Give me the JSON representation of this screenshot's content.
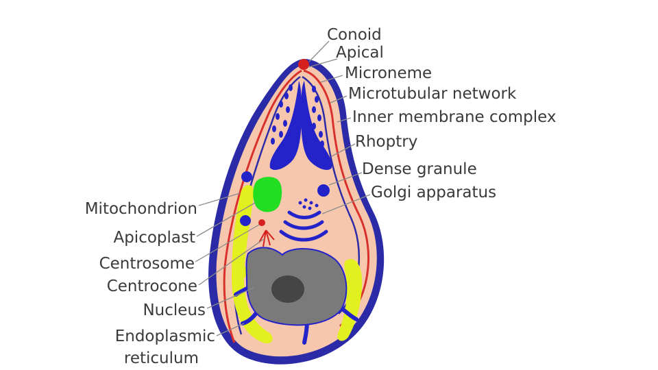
{
  "diagram": {
    "colors": {
      "background": "#ffffff",
      "cytoplasm": "#f7c7ad",
      "pellicle": "#2b2ba8",
      "plasma_membrane": "#d9302c",
      "organelle_blue": "#2323c9",
      "apicoplast_green": "#22dd22",
      "mitochondrion_yellow": "#e3f01f",
      "nucleus": "#7a7a7a",
      "nucleolus": "#454545",
      "conoid": "#d61f1f",
      "label_text": "#3a3a3a"
    },
    "labels_right": [
      {
        "id": "conoid",
        "text": "Conoid"
      },
      {
        "id": "apical",
        "text": "Apical"
      },
      {
        "id": "microneme",
        "text": "Microneme"
      },
      {
        "id": "microtubular-network",
        "text": "Microtubular network"
      },
      {
        "id": "inner-membrane-complex",
        "text": "Inner membrane complex"
      },
      {
        "id": "rhoptry",
        "text": "Rhoptry"
      },
      {
        "id": "dense-granule",
        "text": "Dense granule"
      },
      {
        "id": "golgi-apparatus",
        "text": "Golgi apparatus"
      }
    ],
    "labels_left": [
      {
        "id": "mitochondrion",
        "text": "Mitochondrion"
      },
      {
        "id": "apicoplast",
        "text": "Apicoplast"
      },
      {
        "id": "centrosome",
        "text": "Centrosome"
      },
      {
        "id": "centrocone",
        "text": "Centrocone"
      },
      {
        "id": "nucleus",
        "text": "Nucleus"
      },
      {
        "id": "endoplasmic-1",
        "text": "Endoplasmic"
      },
      {
        "id": "endoplasmic-2",
        "text": "reticulum"
      }
    ]
  }
}
